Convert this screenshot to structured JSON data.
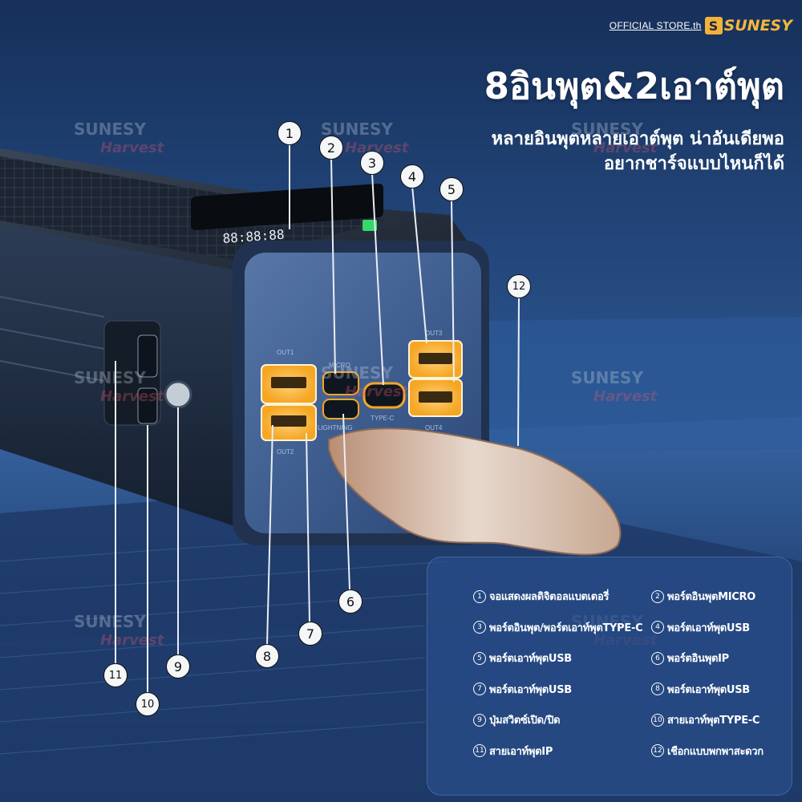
{
  "brand": {
    "store_text": "OFFICIAL STORE.th",
    "logo_text": "SUNESY",
    "logo_mark": "S"
  },
  "headline": {
    "title": "8อินพุต&2เอาต์พุต",
    "subtitle_line1": "หลายอินพุตหลายเอาต์พุต  น่าอันเดียพอ",
    "subtitle_line2": "อยากชาร์จแบบไหนก็ได้"
  },
  "watermark": {
    "brand": "SUNESY",
    "script": "Harvest"
  },
  "device": {
    "display_readout": "88:88:88",
    "port_labels": [
      "OUT1",
      "OUT2",
      "MICRO",
      "LIGHTNING",
      "TYPE-C",
      "OUT3",
      "OUT4"
    ]
  },
  "callouts": [
    "1",
    "2",
    "3",
    "4",
    "5",
    "6",
    "7",
    "8",
    "9",
    "10",
    "11",
    "12"
  ],
  "legend": {
    "items": [
      {
        "num": "1",
        "text": "จอแสดงผลดิจิตอลแบตเตอรี่"
      },
      {
        "num": "2",
        "text": "พอร์ตอินพุตMICRO"
      },
      {
        "num": "3",
        "text": "พอร์ตอินพุต/พอร์ตเอาท์พุตTYPE-C"
      },
      {
        "num": "4",
        "text": "พอร์ตเอาท์พุตUSB"
      },
      {
        "num": "5",
        "text": "พอร์ตเอาท์พุตUSB"
      },
      {
        "num": "6",
        "text": "พอร์ตอินพุตIP"
      },
      {
        "num": "7",
        "text": "พอร์ตเอาท์พุตUSB"
      },
      {
        "num": "8",
        "text": "พอร์ตเอาท์พุตUSB"
      },
      {
        "num": "9",
        "text": "ปุ่มสวิตซ์เปิด/ปิด"
      },
      {
        "num": "10",
        "text": "สายเอาท์พุตTYPE-C"
      },
      {
        "num": "11",
        "text": "สายเอาท์พุตIP"
      },
      {
        "num": "12",
        "text": "เชือกแบบพกพาสะดวก"
      }
    ]
  },
  "colors": {
    "background_top": "#16305a",
    "background_bottom": "#1c3b6c",
    "port_glow": "#f5a623",
    "brand_accent": "#f5b73b",
    "panel": "#284e8a"
  }
}
